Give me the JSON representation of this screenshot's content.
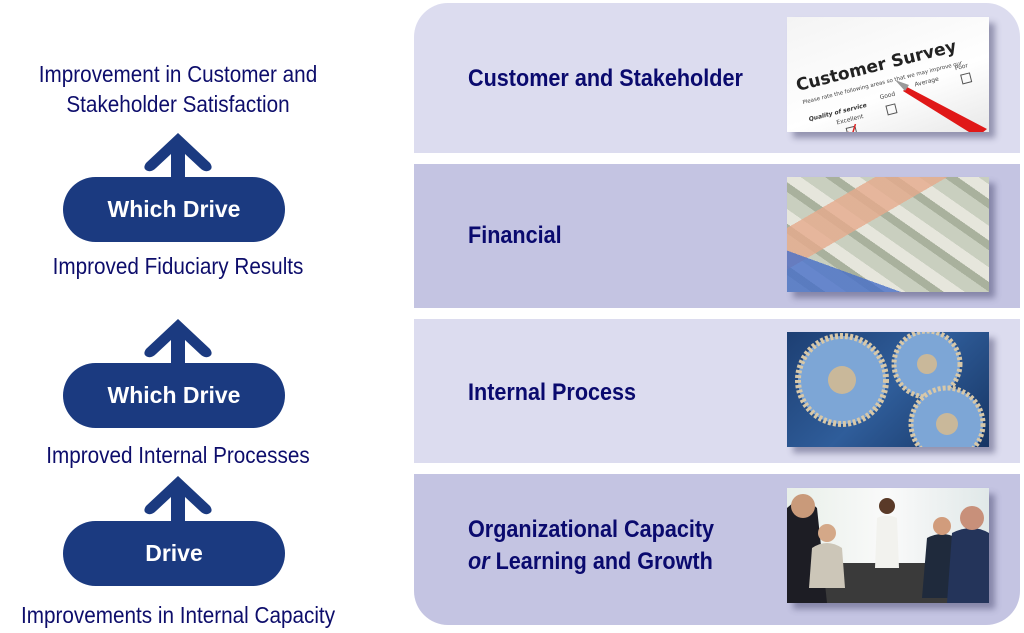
{
  "left": {
    "top_outcome_line1": "Improvement in Customer and",
    "top_outcome_line2": "Stakeholder Satisfaction",
    "pill1": "Which Drive",
    "outcome2": "Improved Fiduciary Results",
    "pill2": "Which Drive",
    "outcome3": "Improved Internal Processes",
    "pill3": "Drive",
    "outcome4": "Improvements in Internal Capacity"
  },
  "perspectives": [
    {
      "label": "Customer and Stakeholder",
      "image": "customer-survey"
    },
    {
      "label": "Financial",
      "image": "currency-notes"
    },
    {
      "label": "Internal Process",
      "image": "gears"
    },
    {
      "label_italic": "or",
      "label_line1": "Organizational Capacity",
      "label_line2": "Learning and Growth",
      "image": "business-meeting"
    }
  ],
  "survey_image": {
    "title": "Customer Survey",
    "subtitle": "Please rate the following areas so that we may improve our",
    "row": "Quality of service",
    "opts": [
      "Excellent",
      "Good",
      "Average",
      "Poor"
    ]
  },
  "colors": {
    "navy": "#1b3a80",
    "text": "#0a0a6e",
    "panel_light": "#dcdcef",
    "panel_dark": "#c4c4e2"
  }
}
